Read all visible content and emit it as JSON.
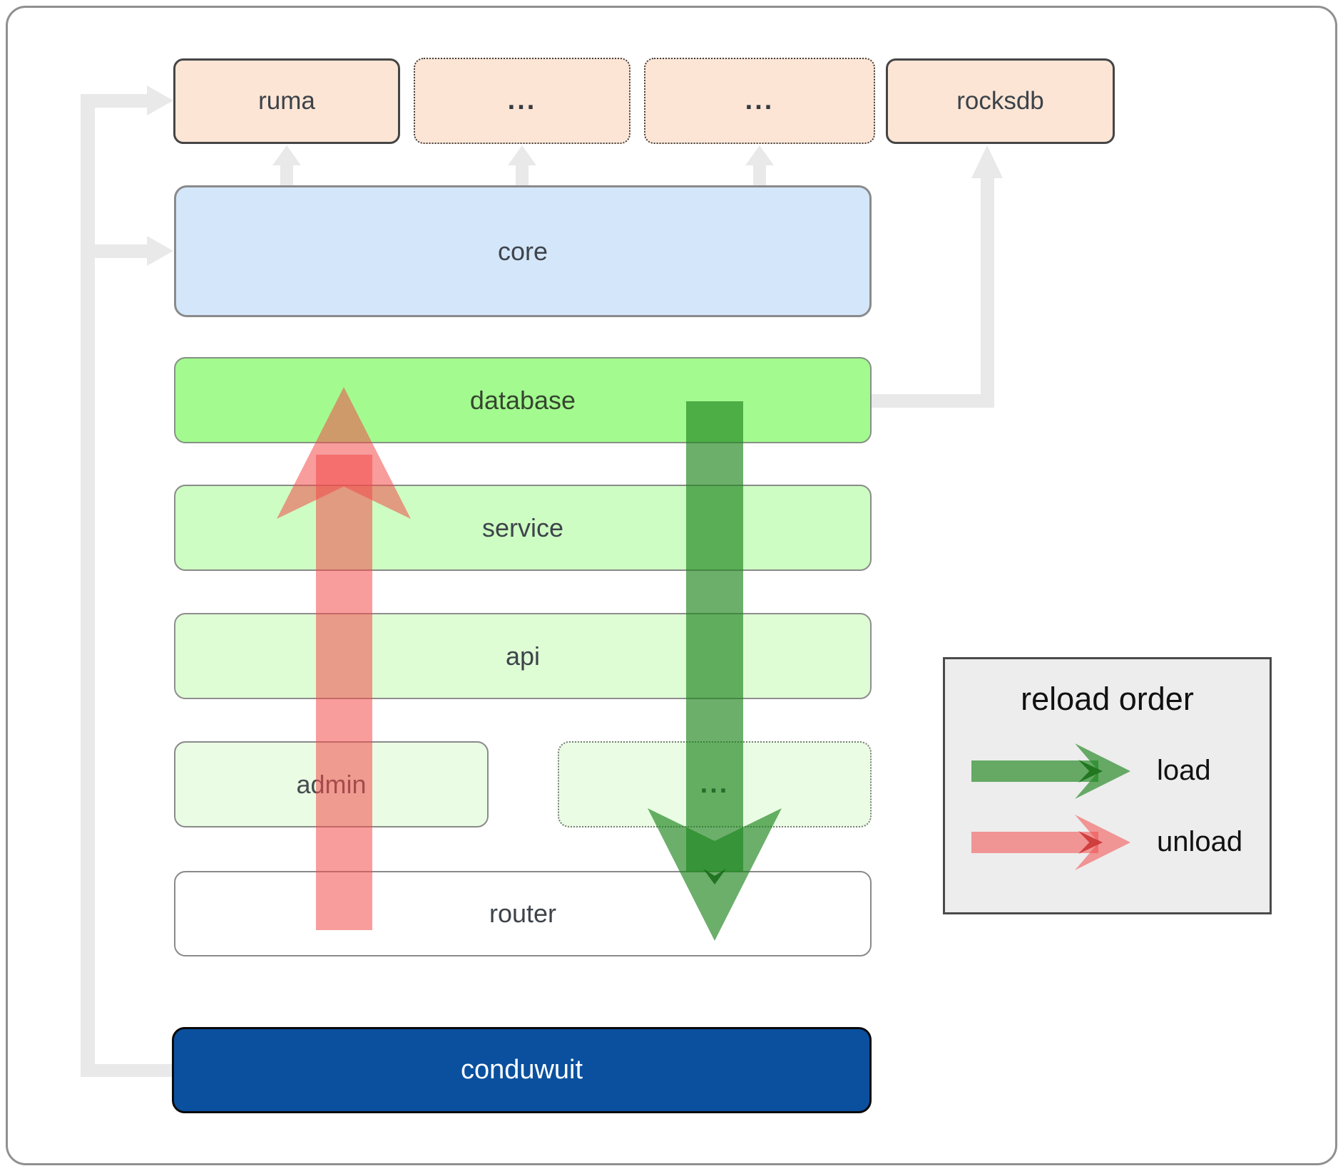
{
  "boxes": {
    "ruma": "ruma",
    "ellipsis1": "...",
    "ellipsis2": "...",
    "rocksdb": "rocksdb",
    "core": "core",
    "database": "database",
    "service": "service",
    "api": "api",
    "admin": "admin",
    "ellipsis3": "...",
    "router": "router",
    "conduwuit": "conduwuit"
  },
  "legend": {
    "title": "reload order",
    "load_label": "load",
    "unload_label": "unload"
  },
  "colors": {
    "load_arrow": "#1e861e",
    "unload_arrow": "#f24b4b",
    "connector": "#e9e9e9",
    "module_fill": "#fce5d5",
    "core_fill": "#d4e7fa",
    "database_fill": "#a3fb8f",
    "service_fill": "#cdfdc2",
    "api_fill": "#defdd5",
    "admin_fill": "#eafde4",
    "router_fill": "#ffffff",
    "conduwuit_fill": "#0a509e",
    "legend_bg": "#ededed"
  }
}
